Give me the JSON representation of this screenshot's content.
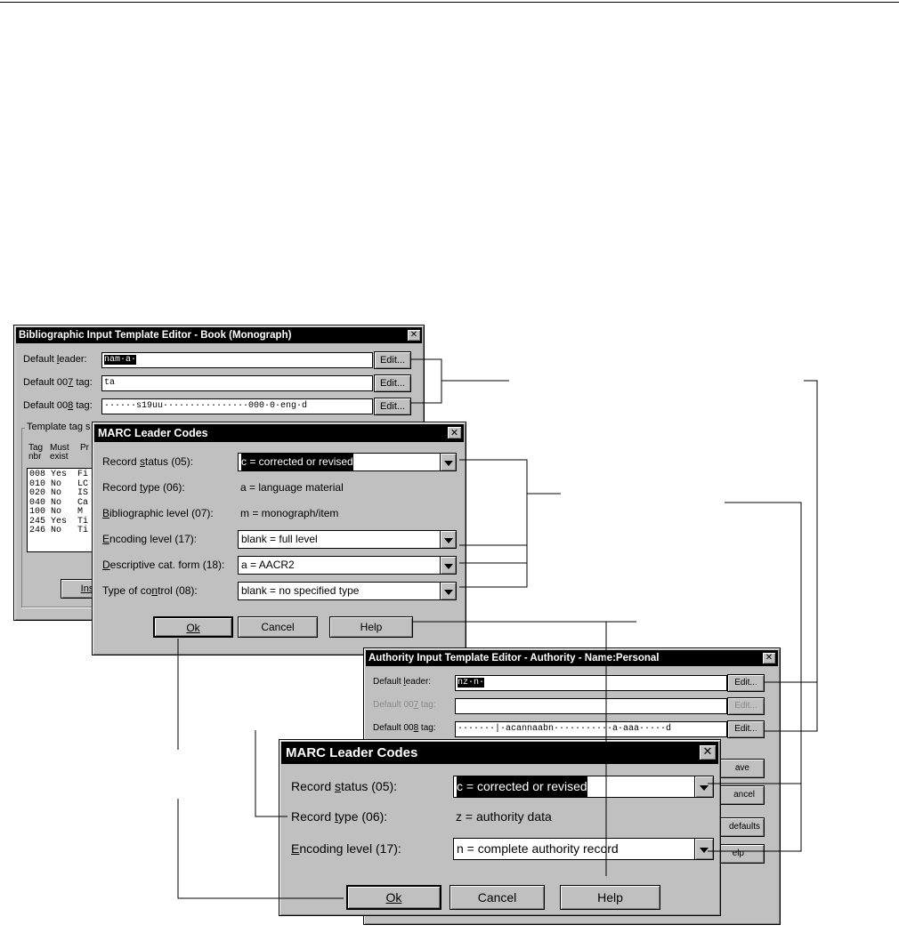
{
  "bib_window": {
    "title": "Bibliographic Input Template Editor - Book (Monograph)",
    "leader_label": "Default leader:",
    "leader_value": "nam a ",
    "tag007_label": "Default 007 tag:",
    "tag007_value": "ta",
    "tag008_label": "Default 008 tag:",
    "tag008_value": "      s19uu                000 0 eng d",
    "edit_label": "Edit...",
    "template_group_label": "Template tag s",
    "col_tag": "Tag",
    "col_tag2": "nbr",
    "col_must": "Must",
    "col_must2": "exist",
    "col_pr": "Pr",
    "rows": [
      "008 Yes  Fi",
      "010 No   LC",
      "020 No   IS",
      "040 No   Ca",
      "100 No   M",
      "245 Yes  Ti",
      "246 No   Ti"
    ],
    "insert_label": "Ins"
  },
  "marc_bib": {
    "title": "MARC Leader Codes",
    "record_status_label": "Record status (05):",
    "record_status_value": "c = corrected or revised",
    "record_type_label": "Record type (06):",
    "record_type_value": "a = language material",
    "bib_level_label": "Bibliographic level (07):",
    "bib_level_value": "m = monograph/item",
    "encoding_label": "Encoding level (17):",
    "encoding_value": "blank = full level",
    "desc_cat_label": "Descriptive cat. form (18):",
    "desc_cat_value": "a = AACR2",
    "control_label": "Type of control (08):",
    "control_value": "blank = no specified type",
    "ok": "Ok",
    "cancel": "Cancel",
    "help": "Help"
  },
  "auth_window": {
    "title": "Authority Input Template Editor - Authority - Name:Personal",
    "leader_label": "Default leader:",
    "leader_value": "nz n ",
    "tag007_label": "Default 007 tag:",
    "tag007_value": "",
    "tag008_label": "Default 008 tag:",
    "tag008_value": "       | acannaabn           a aaa     d",
    "edit_label": "Edit...",
    "save_partial": "ave",
    "cancel_partial": "ancel",
    "defaults_partial": "defaults",
    "help_partial": "elp"
  },
  "marc_auth": {
    "title": "MARC Leader Codes",
    "record_status_label": "Record status (05):",
    "record_status_value": "c = corrected or revised",
    "record_type_label": "Record type (06):",
    "record_type_value": "z = authority data",
    "encoding_label": "Encoding level (17):",
    "encoding_value": "n = complete authority record",
    "ok": "Ok",
    "cancel": "Cancel",
    "help": "Help"
  },
  "icons": {
    "close": "close-icon",
    "dropdown": "chevron-down-icon"
  }
}
